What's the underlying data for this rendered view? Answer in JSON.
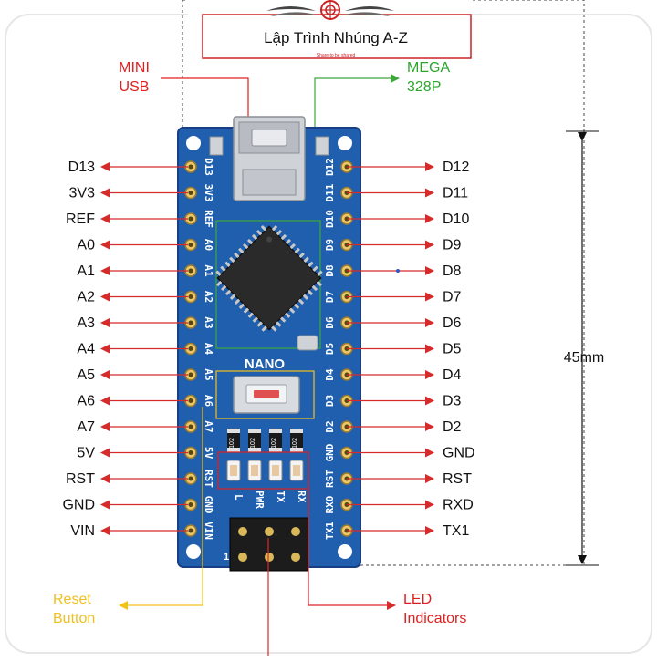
{
  "banner": {
    "title": "Lập Trình Nhúng A-Z",
    "tagline": "Share to be shared"
  },
  "callouts": {
    "mini_usb": [
      "MINI",
      "USB"
    ],
    "mega": [
      "MEGA",
      "328P"
    ],
    "reset": [
      "Reset",
      "Button"
    ],
    "led": [
      "LED",
      "Indicators"
    ]
  },
  "dimension": "45mm",
  "board": {
    "nano_label": "NANO",
    "header_pin_one": "1",
    "left_silk": [
      "D13",
      "3V3",
      "REF",
      "A0",
      "A1",
      "A2",
      "A3",
      "A4",
      "A5",
      "A6",
      "A7",
      "5V",
      "RST",
      "GND",
      "VIN"
    ],
    "right_silk": [
      "D12",
      "D11",
      "D10",
      "D9",
      "D8",
      "D7",
      "D6",
      "D5",
      "D4",
      "D3",
      "D2",
      "GND",
      "RST",
      "RX0",
      "TX1"
    ],
    "led_silk": [
      "L",
      "PWR",
      "TX",
      "RX"
    ],
    "resistor_silk": [
      "102",
      "102",
      "102",
      "102"
    ]
  },
  "left_pins": [
    "D13",
    "3V3",
    "REF",
    "A0",
    "A1",
    "A2",
    "A3",
    "A4",
    "A5",
    "A6",
    "A7",
    "5V",
    "RST",
    "GND",
    "VIN"
  ],
  "right_pins": [
    "D12",
    "D11",
    "D10",
    "D9",
    "D8",
    "D7",
    "D6",
    "D5",
    "D4",
    "D3",
    "D2",
    "GND",
    "RST",
    "RXD",
    "TX1"
  ],
  "colors": {
    "board": "#1f5fae",
    "board_dark": "#173f86",
    "arrow": "#d62b2b",
    "mega_line": "#3ca83c",
    "reset_line": "#f2c21b",
    "callout_red": "#e02020",
    "callout_green": "#2aa52a",
    "callout_yellow": "#f0c020",
    "chip": "#2a2a2a"
  }
}
